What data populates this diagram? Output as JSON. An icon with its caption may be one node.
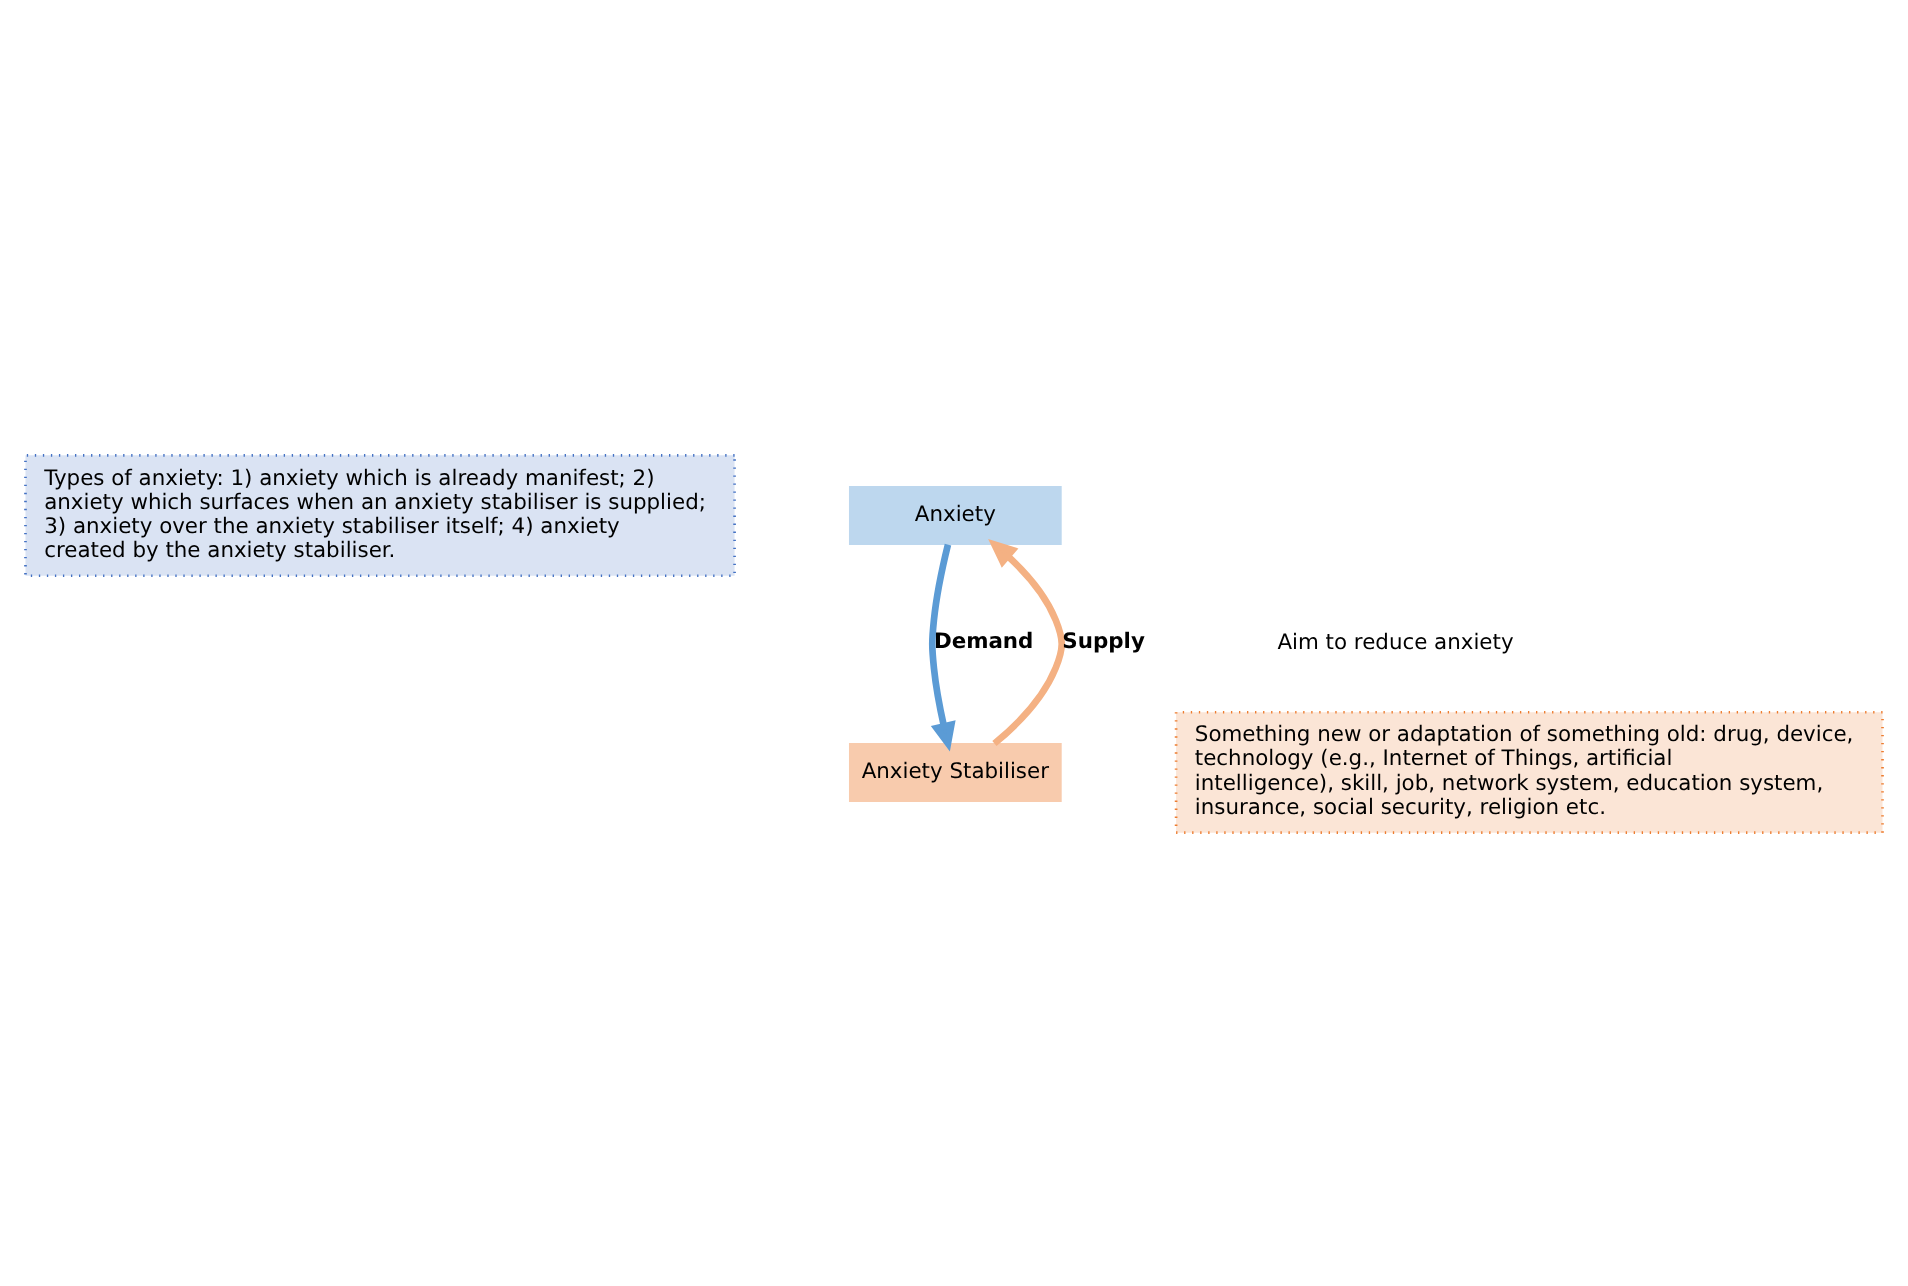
{
  "diagram": {
    "nodes": [
      {
        "text": [
          "Types of anxiety: 1) anxiety which is already manifest; 2) anxiety which surfaces when an anxiety stabiliser is supplied; 3) anxiety over the anxiety stabiliser itself; 4) anxiety created by the anxiety stabiliser."
        ]
      },
      {
        "text": [
          "Anxiety"
        ]
      },
      {
        "text": [
          "Anxiety Stabiliser"
        ]
      },
      {
        "text": [
          "Something new or adaptation of something old: drug, device, technology (e.g., Internet of Things, artificial intelligence), skill, job, network system, education system, insurance, social security, religion etc."
        ]
      }
    ],
    "edges": [
      {
        "from": 1,
        "to": 2,
        "arrow": "to",
        "label": "Demand",
        "color": "#5b9bd5"
      },
      {
        "from": 2,
        "to": 1,
        "arrow": "to",
        "label": "Supply",
        "color": "#f4b183"
      }
    ],
    "labels": [
      "Aim to reduce anxiety"
    ]
  }
}
